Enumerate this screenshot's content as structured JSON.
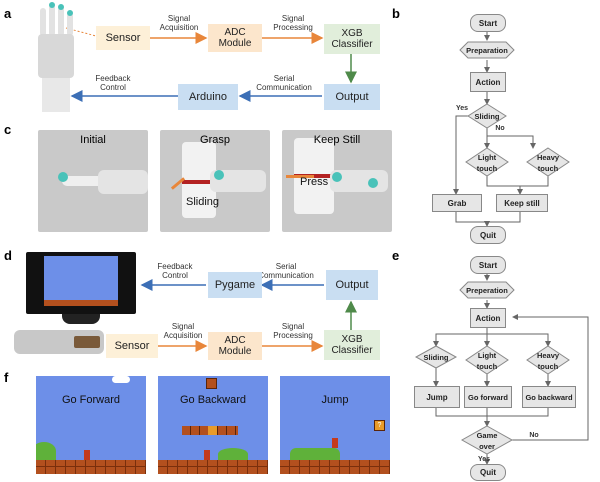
{
  "panels": {
    "a": "a",
    "b": "b",
    "c": "c",
    "d": "d",
    "e": "e",
    "f": "f"
  },
  "a": {
    "sensor": "Sensor",
    "adc": "ADC Module",
    "xgb": "XGB Classifier",
    "output": "Output",
    "arduino": "Arduino",
    "sig_acq": "Signal Acquisition",
    "sig_proc": "Signal Processing",
    "serial": "Serial Communication",
    "feedback": "Feedback Control"
  },
  "c": {
    "initial": "Initial",
    "grasp": "Grasp",
    "keepstill": "Keep Still",
    "sliding": "Sliding",
    "press": "Press"
  },
  "d": {
    "sensor": "Sensor",
    "adc": "ADC Module",
    "xgb": "XGB Classifier",
    "output": "Output",
    "pygame": "Pygame",
    "sig_acq": "Signal Acquisition",
    "sig_proc": "Signal Processing",
    "serial": "Serial Communication",
    "feedback": "Feedback Control"
  },
  "f": {
    "forward": "Go Forward",
    "backward": "Go Backward",
    "jump": "Jump"
  },
  "b": {
    "start": "Start",
    "prep": "Preparation",
    "action": "Action",
    "sliding": "Sliding",
    "yes": "Yes",
    "no": "No",
    "light": "Light touch",
    "heavy": "Heavy touch",
    "grab": "Grab",
    "keepstill": "Keep still",
    "quit": "Quit"
  },
  "e": {
    "start": "Start",
    "prep": "Preperation",
    "action": "Action",
    "sliding": "Sliding",
    "light": "Light touch",
    "heavy": "Heavy touch",
    "jump": "Jump",
    "forward": "Go forward",
    "backward": "Go backward",
    "gameover": "Game over",
    "yes": "Yes",
    "no": "No",
    "quit": "Quit"
  },
  "colors": {
    "orange_arrow": "#e8863a",
    "blue_arrow": "#3c6fb6",
    "green_arrow": "#4f8a4a",
    "flow_fill": "#e6e6e6",
    "flow_stroke": "#888888"
  }
}
